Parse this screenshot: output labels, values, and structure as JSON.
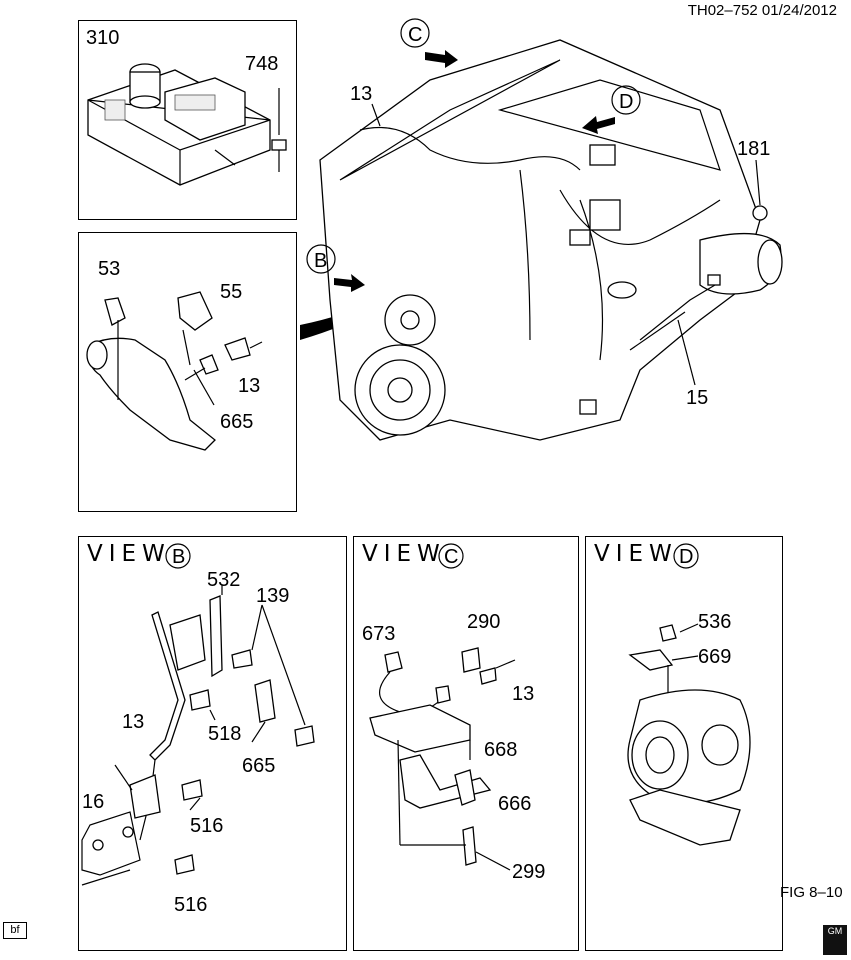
{
  "header": {
    "doc_id": "TH02–752  01/24/2012"
  },
  "footer": {
    "fig_label": "FIG 8–10",
    "badge": "bf",
    "logo_text_top": "GM",
    "logo_text_bottom": ""
  },
  "views": {
    "b_title": "VIEW",
    "c_title": "VIEW",
    "d_title": "VIEW",
    "b_letter": "B",
    "c_letter": "C",
    "d_letter": "D"
  },
  "callouts": {
    "module": [
      "310",
      "748"
    ],
    "pipe": [
      "53",
      "55",
      "13",
      "665"
    ],
    "engine": [
      "13",
      "181",
      "15"
    ],
    "view_markers": [
      "C",
      "D",
      "B"
    ],
    "view_b": [
      "532",
      "139",
      "13",
      "518",
      "665",
      "16",
      "516",
      "516"
    ],
    "view_c": [
      "673",
      "290",
      "13",
      "668",
      "666",
      "299"
    ],
    "view_d": [
      "536",
      "669"
    ]
  }
}
